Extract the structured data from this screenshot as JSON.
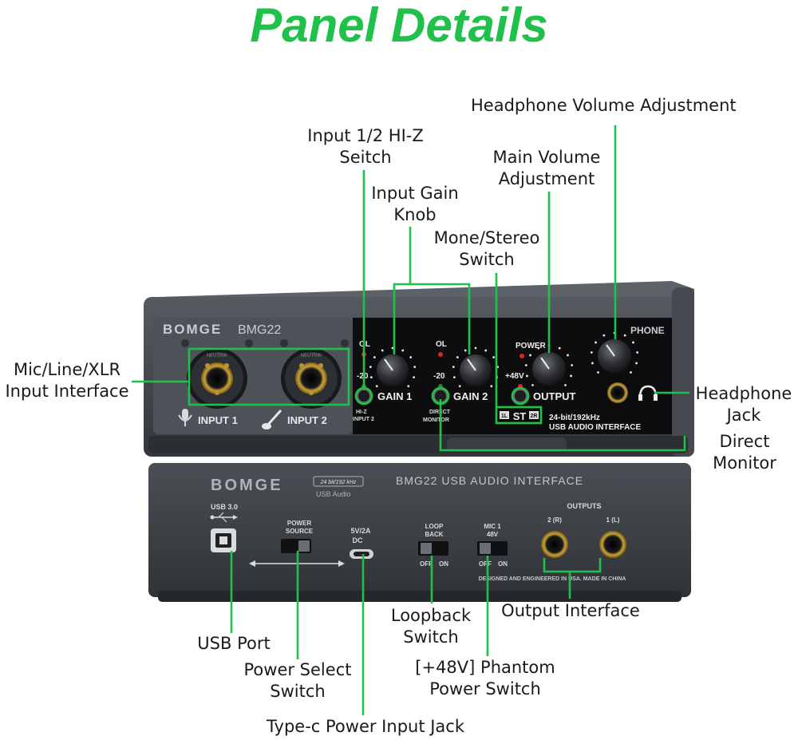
{
  "title": "Panel Details",
  "colors": {
    "accent": "#1fc14a",
    "device_body": "#3e4349",
    "panel_dark": "#0d0d0f",
    "led_red": "#d42a1e"
  },
  "front_panel": {
    "brand": "BOMGE",
    "model": "BMG22",
    "ol_1": "OL",
    "ol_2": "OL",
    "minus20_1": "-20",
    "minus20_2": "-20",
    "power": "POWER",
    "plus48v": "+48V",
    "gain1": "GAIN 1",
    "gain2": "GAIN 2",
    "output": "OUTPUT",
    "phone": "PHONE",
    "input1": "INPUT 1",
    "input2": "INPUT 2",
    "hiz_line1": "HI-Z",
    "hiz_line2": "INPUT 2",
    "direct_line1": "DIRECT",
    "direct_line2": "MONITOR",
    "st_left": "1L",
    "st_mid": "ST",
    "st_right": "2R",
    "spec_line1": "24-bit/192kHz",
    "spec_line2": "USB AUDIO INTERFACE",
    "xlr_tag": "NEUTRIK"
  },
  "rear_panel": {
    "brand": "BOMGE",
    "badge_top": "24 bit/192 kHz",
    "badge_bottom": "USB Audio",
    "model_line": "BMG22 USB AUDIO INTERFACE",
    "usb_label": "USB 3.0",
    "power_source_1": "POWER",
    "power_source_2": "SOURCE",
    "dc_1": "5V/2A",
    "dc_2": "DC",
    "loop_1": "LOOP",
    "loop_2": "BACK",
    "loop_off": "OFF",
    "loop_on": "ON",
    "mic_1": "MIC 1",
    "mic_2": "48V",
    "mic_off": "OFF",
    "mic_on": "ON",
    "outputs": "OUTPUTS",
    "out_r": "2 (R)",
    "out_l": "1 (L)",
    "footer": "DESIGNED AND ENGINEERED IN USA. MADE IN CHINA"
  },
  "callouts": {
    "headphone_volume": "Headphone Volume Adjustment",
    "hiz_1": "Input 1/2 HI-Z",
    "hiz_2": "Seitch",
    "main_vol_1": "Main Volume",
    "main_vol_2": "Adjustment",
    "gain_1": "Input Gain",
    "gain_2": "Knob",
    "stereo_1": "Mone/Stereo",
    "stereo_2": "Switch",
    "xlr_1": "Mic/Line/XLR",
    "xlr_2": "Input Interface",
    "hp_jack_1": "Headphone",
    "hp_jack_2": "Jack",
    "direct_1": "Direct",
    "direct_2": "Monitor",
    "loopback_1": "Loopback",
    "loopback_2": "Switch",
    "output_interface": "Output Interface",
    "usb_port": "USB Port",
    "power_select_1": "Power Select",
    "power_select_2": "Switch",
    "phantom_1": "[+48V] Phantom",
    "phantom_2": "Power Switch",
    "typec": "Type-c Power Input Jack"
  }
}
